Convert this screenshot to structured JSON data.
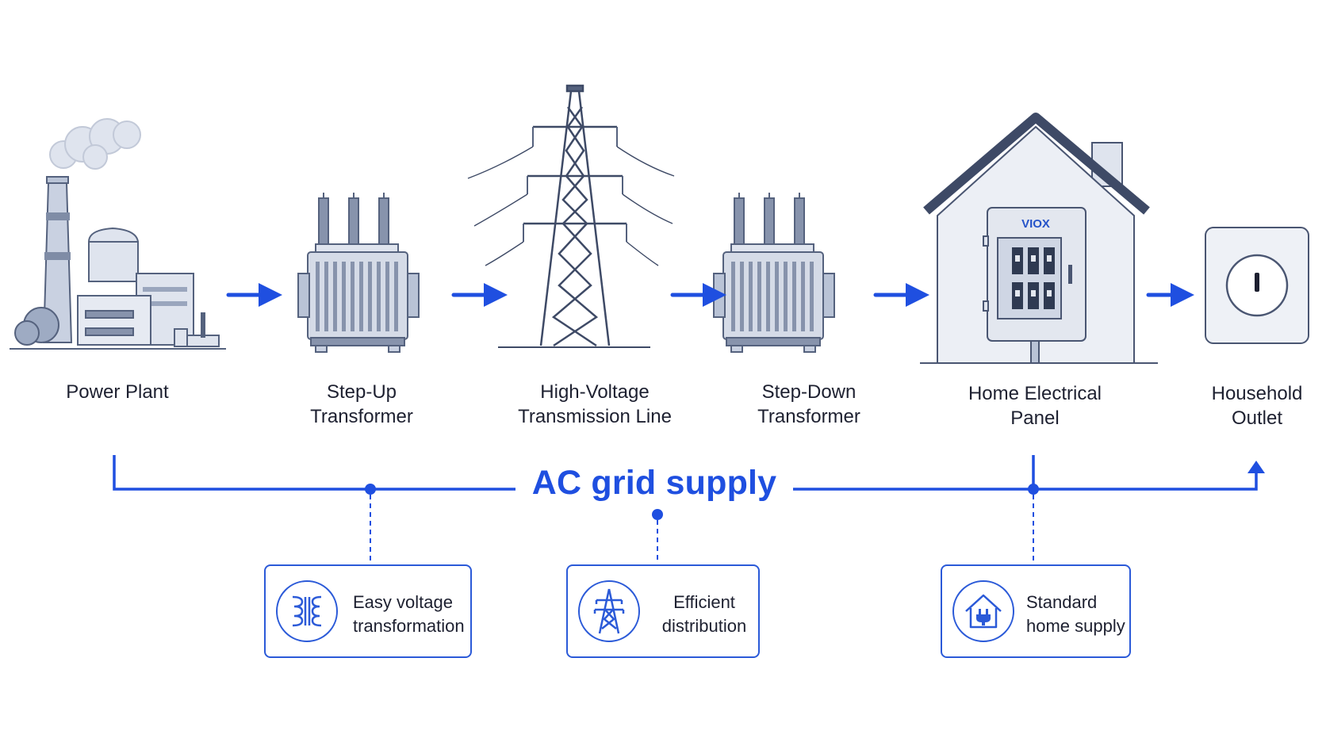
{
  "stages": [
    {
      "name": "power-plant",
      "lines": [
        "Power Plant"
      ]
    },
    {
      "name": "step-up-transformer",
      "lines": [
        "Step-Up",
        "Transformer"
      ]
    },
    {
      "name": "high-voltage-transmission-line",
      "lines": [
        "High-Voltage",
        "Transmission Line"
      ]
    },
    {
      "name": "step-down-transformer",
      "lines": [
        "Step-Down",
        "Transformer"
      ]
    },
    {
      "name": "home-electrical-panel",
      "lines": [
        "Home Electrical",
        "Panel"
      ]
    },
    {
      "name": "household-outlet",
      "lines": [
        "Household",
        "Outlet"
      ]
    }
  ],
  "panel_brand": "VIOX",
  "bus_title": "AC grid supply",
  "benefits": [
    {
      "name": "easy-voltage-transformation",
      "icon": "transformer-coil-icon",
      "lines": [
        "Easy voltage",
        "transformation"
      ]
    },
    {
      "name": "efficient-distribution",
      "icon": "transmission-tower-icon",
      "lines": [
        "Efficient",
        "distribution"
      ]
    },
    {
      "name": "standard-home-supply",
      "icon": "home-plug-icon",
      "lines": [
        "Standard",
        "home supply"
      ]
    }
  ],
  "colors": {
    "accent": "#1f4fe0",
    "illustration": "#55627e",
    "illustration_fill": "#c9d1e1",
    "text": "#1d2030"
  }
}
